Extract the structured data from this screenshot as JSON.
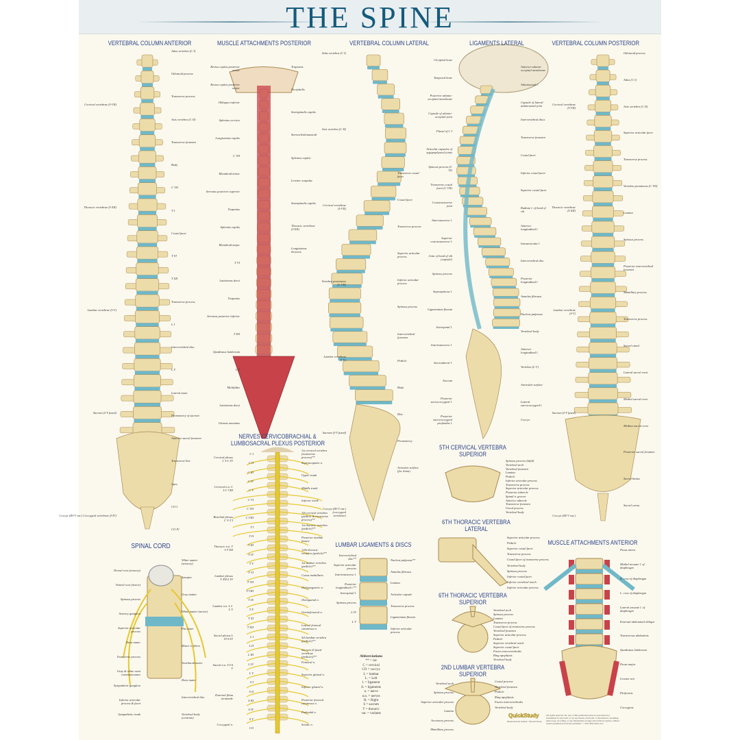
{
  "title": "THE SPINE",
  "sections": {
    "anterior": "VERTEBRAL COLUMN ANTERIOR",
    "muscle_posterior": "MUSCLE ATTACHMENTS POSTERIOR",
    "lateral": "VERTEBRAL COLUMN LATERAL",
    "ligaments": "LIGAMENTS LATERAL",
    "posterior": "VERTEBRAL COLUMN POSTERIOR",
    "nerves1": "NERVES CERVICOBRACHIAL &",
    "nerves2": "LUMBOSACRAL PLEXUS POSTERIOR",
    "spinal_cord": "SPINAL CORD",
    "lumbar_lig": "LUMBAR LIGAMENTS & DISCS",
    "c5_1": "5TH CERVICAL VERTEBRA",
    "c5_2": "SUPERIOR",
    "t6l_1": "6TH THORACIC VERTEBRA",
    "t6l_2": "LATERAL",
    "t6s_1": "6TH THORACIC VERTEBRA",
    "t6s_2": "SUPERIOR",
    "l2_1": "2ND LUMBAR VERTEBRA",
    "l2_2": "SUPERIOR",
    "muscle_anterior": "MUSCLE ATTACHMENTS ANTERIOR"
  },
  "labels": {
    "anterior_right": [
      "Atlas vertebra (C I)",
      "Odontoid process",
      "Transverse process",
      "Axis vertebra (C II)",
      "Transverse foramen",
      "Body",
      "C VII",
      "T I",
      "Costal facet",
      "T VI",
      "T XII",
      "Transverse process",
      "L I",
      "Intervertebral disc",
      "L V",
      "Lateral mass",
      "Promontory of sacrum",
      "Anterior sacral foramen",
      "Transverse line",
      "Apex",
      "CO I",
      "CO IV"
    ],
    "anterior_left": [
      "Cervical vertebrae (I-VII)",
      "Thoracic vertebrae (I-XII)",
      "Lumbar vertebrae (I-V)",
      "Sacrum (I-V fused)",
      "Coccyx (III-V var.) Coccygeal vertebrae (I-IV)"
    ],
    "muscle_left": [
      "Rectus capitis posterior minor",
      "Rectus capitis posterior major",
      "Obliquus inferior",
      "Splenius cervicis",
      "Longissimus capitis",
      "C VII",
      "Rhomboid minor",
      "Serratus posterior superior",
      "Trapezius",
      "Splenius capitis",
      "Rhomboid major",
      "T VI",
      "Latissimus dorsi",
      "Trapezius",
      "Serratus posterior inferior",
      "T XII",
      "Quadratus lumborum",
      "L V",
      "Multifidus",
      "Latissimus dorsi",
      "Gluteus maximus"
    ],
    "muscle_right": [
      "Trapezius",
      "Occipitalis",
      "Semispinalis capitis",
      "Sternocleidomastoid",
      "Splenius capitis",
      "Levator scapulae",
      "Semispinalis capitis",
      "Thoracic vertebrae (I-XII)",
      "Longissimus thoracis"
    ],
    "lateral_left": [
      "Atlas vertebra (C I)",
      "Axis vertebra (C II)",
      "Cervical vertebrae (I-VII)",
      "Vertebra prominens (C VII)",
      "Lumbar vertebrae (I-V)",
      "Sacrum (I-V fused)",
      "Coccyx (III-V var.) (coccygeal vertebrae)"
    ],
    "lateral_right": [
      "Transverse costal facet",
      "Costal facet",
      "Transverse process",
      "Superior articular process",
      "Inferior articular process",
      "Spinous process",
      "Intervertebral foramen",
      "Pedicle",
      "Body",
      "Disc",
      "Promontory",
      "Articular surface (for ilium)"
    ],
    "ligaments_left": [
      "Occipital bone",
      "Temporal bone",
      "Posterior atlanto-occipital membrane",
      "Capsule of atlanto-occipital joint",
      "Flaval of C I",
      "Articular capsules of zygapophyseal joints",
      "Spinous process (C VI)",
      "Transverse costal facet (C VII)",
      "Costotransverse joint",
      "Interransverse l.",
      "Superior costotransverse l.",
      "Joint of head of rib (capsule)",
      "Spinous process",
      "Supraspinous l.",
      "Ligamentum flavum",
      "Interspinal l.",
      "Intertransverse l.",
      "Sacrotuberal l.",
      "Sacrum",
      "Posterior sacrococcygeal l.",
      "Posterior sacrococcygeal profundus l."
    ],
    "ligaments_right": [
      "Anterior atlanto-occipital membrane",
      "Atlantoaxial l.",
      "Capsule of lateral atlantoaxial joint",
      "Intervertebral discs",
      "Transverse foramen",
      "Costal facet",
      "Inferior costal facet",
      "Superior costal facet",
      "Radiate l. of head of rib",
      "Anterior longitudinal l.",
      "Intraarticular l.",
      "Intervertebral disc",
      "Posterior longitudinal l.",
      "Annulus fibrosus",
      "Nucleus pulposus",
      "Vertebral body",
      "Anterior longitudinal l.",
      "Vertebra (L V)",
      "Auricular surface",
      "Lateral sacrococcygeal l.",
      "Coccyx"
    ],
    "posterior_right": [
      "Odontoid process",
      "Atlas (C I)",
      "Axis vertebra (C II)",
      "Superior articular facet",
      "Transverse process",
      "Vertebra prominens (C VII)",
      "Lamina",
      "Spinous process",
      "Posterior intervertebral foramen",
      "Mamillary process",
      "Transverse process",
      "Sacral canal",
      "Lateral sacral crest",
      "Medial sacral crest",
      "Median sacral crest",
      "Posterior sacral foramen",
      "Sacral hiatus",
      "Sacral cornu"
    ],
    "posterior_left": [
      "Cervical vertebrae (I-VII)",
      "Thoracic vertebrae (I-XII)",
      "Lumbar vertebrae (I-V)",
      "Sacrum (I-V fused)",
      "Coccyx (III-V var.)"
    ],
    "nerves_left": [
      "C I",
      "C II",
      "C III",
      "C IV",
      "C V",
      "C VI",
      "C VII",
      "C VIII",
      "T I",
      "T II",
      "T III",
      "T IV",
      "T V",
      "T VI",
      "T VII",
      "T VIII",
      "T IX",
      "T X",
      "T XI",
      "T XII",
      "L I",
      "L II",
      "L III",
      "L IV",
      "L V",
      "S I",
      "S II",
      "S III",
      "S IV",
      "S V",
      "CO"
    ],
    "nerves_side": [
      "Cervical plexus C I-C IV",
      "Cervical n.n. C I-C VIII",
      "Brachial plexus C V-T I",
      "Thoracic n.n. T I-T XII",
      "Lumbar plexus T XII-L IV",
      "Lumbar n.n. L I-L V",
      "Sacral plexus L IV-S IV",
      "Sacral n.n. S I-S V",
      "External filum terminale",
      "Coccygeal n."
    ],
    "nerves_right": [
      "1st cervical vertebra (transverse process)**",
      "Suprascapular n.",
      "Upper trunk",
      "Middle trunk",
      "Inferior trunk",
      "7th cervical vertebra (pedicle & transverse process)**",
      "1st thoracic vertebra (pedicle)**",
      "Posterior median fissure",
      "12th thoracic vertebra (pedicle)**",
      "1st lumbar vertebra (pedicle)**",
      "Conus medullaris",
      "Iliohypogastric n.",
      "Ilioinguinal n.",
      "Genitofemoral n.",
      "Lateral femoral cutaneous n.",
      "5th lumbar vertebra (pedicle)**",
      "Sacrum (5 fused vertebrae (pedicle))**",
      "Femoral n.",
      "Superior gluteal n.",
      "Inferior gluteal n.",
      "Posterior femoral cutaneous n.",
      "Pudendal n.",
      "Sciatic n."
    ],
    "cord_left": [
      "Dorsal root (sensory)",
      "Ventral root (motor)",
      "Spinous process",
      "Sensory ganglion",
      "Superior articular process",
      "Dura mater",
      "Transverse process",
      "Gray & white rami communicantes",
      "Sympathetic ganglion",
      "Inferior articular process & facet",
      "Sympathetic trunk"
    ],
    "cord_right": [
      "White matter (sensory)",
      "Synapse",
      "Gray matter",
      "White matter (motor)",
      "Pia mater",
      "Motor n. fibers",
      "Arachnoid mater",
      "Dura mater",
      "Intervertebral disc",
      "Vertebral body (centrum)"
    ],
    "lumbar_left": [
      "Intervertebral disc**",
      "Superior articular process",
      "Intertransverse l.",
      "Posterior longitudinal l.**",
      "Interspinal l.",
      "Spinous process",
      "L IV",
      "L V"
    ],
    "lumbar_right": [
      "Nucleus pulposus**",
      "Annulus fibrosus",
      "Lamina",
      "Articular capsule",
      "Transverse process",
      "Ligamentum flavum",
      "Inferior articular process"
    ],
    "c5": [
      "Spinous process (bifid)",
      "Vertebral arch",
      "Vertebral foramen",
      "Lamina",
      "Pedicle",
      "Inferior articular process",
      "Transverse process",
      "Superior articular process",
      "Posterior tubercle",
      "Spinal n. groove",
      "Anterior tubercle",
      "Transverse foramen",
      "Uncal process",
      "Vertebral body"
    ],
    "t6l": [
      "Superior articular process",
      "Pedicle",
      "Superior costal facet",
      "Transverse process",
      "Costal facet of transverse process",
      "Vertebral body",
      "Spinous process",
      "Inferior costal facet",
      "Inferior vertebral notch",
      "Inferior articular process"
    ],
    "t6s": [
      "Vertebral arch",
      "Spinous process",
      "Lamina",
      "Transverse process",
      "Costal facet of transverse process",
      "Vertebral foramen",
      "Superior articular process",
      "Pedicle",
      "Superior vertebral notch",
      "Superior costal facet",
      "Facies intervertebralis",
      "Ring apophysis",
      "Vertebral body"
    ],
    "l2": [
      "Vertebral arch",
      "Spinous process",
      "Superior articular process",
      "Lamina",
      "Accessory process",
      "Mamillary process",
      "Costal process",
      "Vertebral foramen",
      "Pedicle",
      "Ring apophysis",
      "Facies intervertebralis",
      "Vertebral body"
    ],
    "muscle_ant": [
      "Psoas minor",
      "Medial arcuate l. of diaphragm",
      "R. crus of diaphragm",
      "L. crus of diaphragm",
      "Lateral arcuate l. of diaphragm",
      "External abdominal oblique",
      "Transversus abdominis",
      "Quadratus lumborum",
      "Psoas major",
      "Levator ani",
      "Piriformis",
      "Coccygeus"
    ]
  },
  "abbreviations": {
    "heading": "Abbreviations",
    "items": [
      "** = cut",
      "C = cervical",
      "CO = coccyx",
      "L = lumbar",
      "L. = Left",
      "l. = ligament",
      "ll. = ligaments",
      "n. = nerve",
      "n.n. = nerves",
      "R. = Right",
      "S = sacrum",
      "T = thoracic",
      "var. = variants"
    ]
  },
  "footer": {
    "logo": "QuickStudy",
    "logo_sub": "Illustration & Author: Vincent Perez",
    "copyright": "All rights reserved. No part of this publication may be reproduced or transmitted in any form, or by any means, electronic or mechanical, including photocopy, recording, or any information storage and retrieval system, without written permission from the publisher. © 2012 BarCharts, Inc."
  },
  "colors": {
    "title": "#145a7c",
    "heading": "#2a4488",
    "bone": "#ecdcaa",
    "disc": "#6fb8c8",
    "muscle": "#c8424a",
    "nerve": "#e6c830",
    "paper": "#fbf8ee"
  }
}
